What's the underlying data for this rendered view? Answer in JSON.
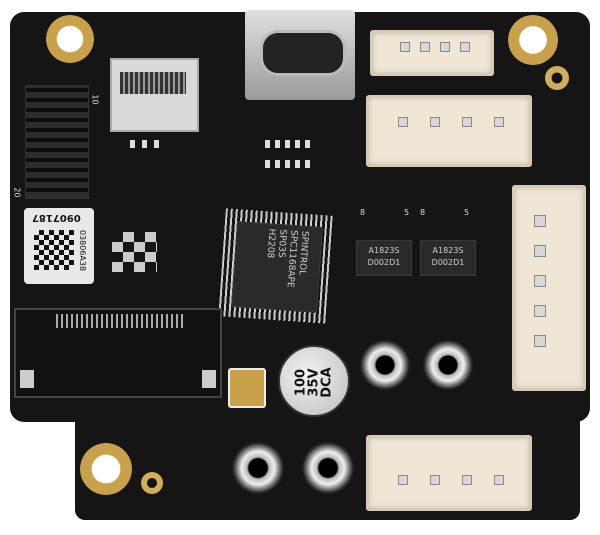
{
  "board_colors": {
    "pcb": "#151515",
    "gold": "#c9a14a",
    "connector": "#efe6d6"
  },
  "label": {
    "serial": "0907187",
    "code": "03806A38"
  },
  "main_chip": {
    "brand": "SPINTROL",
    "part": "SPC1168APE",
    "line3": "SP03S",
    "date": "H2208"
  },
  "driver_chips": [
    {
      "line1": "A1823S",
      "line2": "D002D1"
    },
    {
      "line1": "A1823S",
      "line2": "D002D1"
    }
  ],
  "pin_marks": {
    "left_8": "8",
    "left_5": "5",
    "right_8": "8",
    "right_5": "5"
  },
  "header_marks": {
    "top": "10",
    "bottom": "20"
  },
  "capacitor": {
    "value": "100",
    "voltage": "35V",
    "series": "DCA"
  }
}
